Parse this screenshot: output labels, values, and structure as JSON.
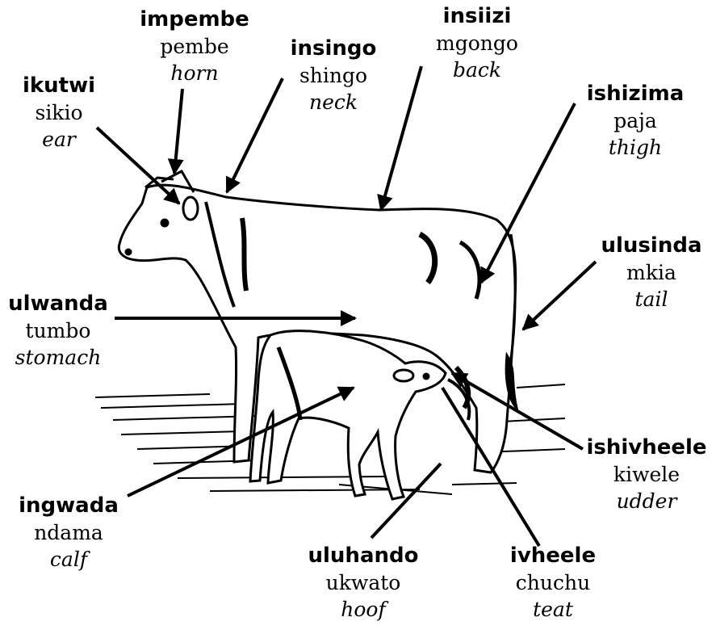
{
  "labels": {
    "ikutwi": {
      "term": "ikutwi",
      "swahili": "sikio",
      "english": "ear"
    },
    "impembe": {
      "term": "impembe",
      "swahili": "pembe",
      "english": "horn"
    },
    "insingo": {
      "term": "insingo",
      "swahili": "shingo",
      "english": "neck"
    },
    "insiizi": {
      "term": "insiizi",
      "swahili": "mgongo",
      "english": "back"
    },
    "ishizima": {
      "term": "ishizima",
      "swahili": "paja",
      "english": "thigh"
    },
    "ulusinda": {
      "term": "ulusinda",
      "swahili": "mkia",
      "english": "tail"
    },
    "ulwanda": {
      "term": "ulwanda",
      "swahili": "tumbo",
      "english": "stomach"
    },
    "ishivheele": {
      "term": "ishivheele",
      "swahili": "kiwele",
      "english": "udder"
    },
    "ingwada": {
      "term": "ingwada",
      "swahili": "ndama",
      "english": "calf"
    },
    "uluhando": {
      "term": "uluhando",
      "swahili": "ukwato",
      "english": "hoof"
    },
    "ivheele": {
      "term": "ivheele",
      "swahili": "chuchu",
      "english": "teat"
    }
  },
  "colors": {
    "ink": "#000000",
    "background": "#ffffff"
  }
}
